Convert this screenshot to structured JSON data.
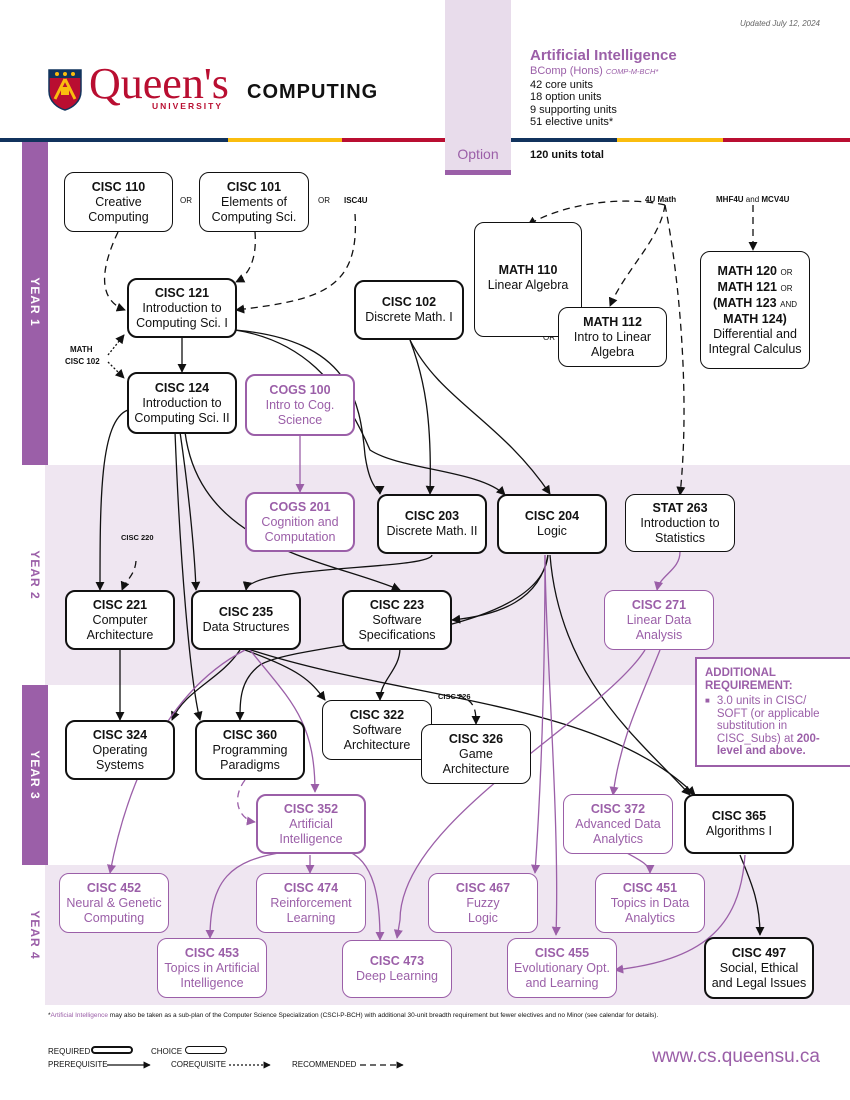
{
  "updated": "Updated July 12, 2024",
  "brand": {
    "name_top": "Queen's",
    "name_bottom": "UNIVERSITY",
    "dept": "COMPUTING"
  },
  "option_tab": "Option",
  "program": {
    "title": "Artificial Intelligence",
    "degree": "BComp (Hons)",
    "plan_code": "COMP-M-BCH*",
    "units": [
      "42 core units",
      "18 option units",
      "9 supporting units",
      "51 elective units*"
    ],
    "total": "120 units total"
  },
  "years": [
    "YEAR 1",
    "YEAR 2",
    "YEAR 3",
    "YEAR 4"
  ],
  "courses": {
    "cisc110": {
      "code": "CISC 110",
      "l1": "Creative",
      "l2": "Computing"
    },
    "cisc101": {
      "code": "CISC 101",
      "l1": "Elements of",
      "l2": "Computing Sci."
    },
    "cisc121": {
      "code": "CISC 121",
      "l1": "Introduction to",
      "l2": "Computing Sci. I"
    },
    "cisc102": {
      "code": "CISC 102",
      "l1": "Discrete Math. I"
    },
    "math110": {
      "code": "MATH 110",
      "l1": "Linear Algebra"
    },
    "math112": {
      "code": "MATH 112",
      "l1": "Intro to Linear",
      "l2": "Algebra"
    },
    "math120": {
      "l1a": "MATH 120",
      "l1b": "OR",
      "l2a": "MATH 121",
      "l2b": "OR",
      "l3": "(MATH 123",
      "l3b": "AND",
      "l4": "MATH 124)",
      "l5": "Differential and",
      "l6": "Integral Calculus"
    },
    "cisc124": {
      "code": "CISC 124",
      "l1": "Introduction to",
      "l2": "Computing Sci. II"
    },
    "cogs100": {
      "code": "COGS 100",
      "l1": "Intro to Cog.",
      "l2": "Science"
    },
    "cogs201": {
      "code": "COGS 201",
      "l1": "Cognition and",
      "l2": "Computation"
    },
    "cisc203": {
      "code": "CISC 203",
      "l1": "Discrete Math. II"
    },
    "cisc204": {
      "code": "CISC 204",
      "l1": "Logic"
    },
    "stat263": {
      "code": "STAT 263",
      "l1": "Introduction to",
      "l2": "Statistics"
    },
    "cisc221": {
      "code": "CISC 221",
      "l1": "Computer",
      "l2": "Architecture"
    },
    "cisc235": {
      "code": "CISC 235",
      "l1": "Data Structures"
    },
    "cisc223": {
      "code": "CISC 223",
      "l1": "Software",
      "l2": "Specifications"
    },
    "cisc271": {
      "code": "CISC 271",
      "l1": "Linear Data",
      "l2": "Analysis"
    },
    "cisc324": {
      "code": "CISC 324",
      "l1": "Operating",
      "l2": "Systems"
    },
    "cisc360": {
      "code": "CISC 360",
      "l1": "Programming",
      "l2": "Paradigms"
    },
    "cisc322": {
      "code": "CISC 322",
      "l1": "Software",
      "l2": "Architecture"
    },
    "cisc326": {
      "code": "CISC 326",
      "l1": "Game",
      "l2": "Architecture"
    },
    "cisc352": {
      "code": "CISC 352",
      "l1": "Artificial",
      "l2": "Intelligence"
    },
    "cisc372": {
      "code": "CISC 372",
      "l1": "Advanced Data",
      "l2": "Analytics"
    },
    "cisc365": {
      "code": "CISC 365",
      "l1": "Algorithms I"
    },
    "cisc452": {
      "code": "CISC 452",
      "l1": "Neural & Genetic",
      "l2": "Computing"
    },
    "cisc474": {
      "code": "CISC 474",
      "l1": "Reinforcement",
      "l2": "Learning"
    },
    "cisc467": {
      "code": "CISC 467",
      "l1": "Fuzzy",
      "l2": "Logic"
    },
    "cisc451": {
      "code": "CISC 451",
      "l1": "Topics in Data",
      "l2": "Analytics"
    },
    "cisc453": {
      "code": "CISC 453",
      "l1": "Topics in Artificial",
      "l2": "Intelligence"
    },
    "cisc473": {
      "code": "CISC 473",
      "l1": "Deep Learning"
    },
    "cisc455": {
      "code": "CISC 455",
      "l1": "Evolutionary Opt.",
      "l2": "and Learning"
    },
    "cisc497": {
      "code": "CISC 497",
      "l1": "Social, Ethical",
      "l2": "and Legal Issues"
    }
  },
  "labels": {
    "or": "OR",
    "isc4u": "ISC4U",
    "u4math": "4U Math",
    "mhf4u": "MHF4U",
    "and": "and",
    "mcv4u": "MCV4U",
    "math_side": "MATH",
    "cisc102_side": "CISC 102",
    "cisc220": "CISC 220",
    "cisc226": "CISC 226"
  },
  "additional": {
    "title1": "ADDITIONAL",
    "title2": "REQUIREMENT:",
    "lines": [
      "3.0 units in CISC/",
      "SOFT (or applicable",
      "substitution in",
      "CISC_Subs) at"
    ],
    "bold1": "200-",
    "bold2": "level and above."
  },
  "footnote": {
    "star": "*",
    "plan": "Artificial Intelligence",
    "text": " may also be taken as a sub-plan of the Computer Science Specialization (CSCI-P-BCH) with additional 30-unit breadth requirement but fewer electives and no Minor (see calendar for details)."
  },
  "legend": {
    "required": "REQUIRED",
    "choice": "CHOICE",
    "prerequisite": "PREREQUISITE",
    "corequisite": "COREQUISITE",
    "recommended": "RECOMMENDED"
  },
  "website": "www.cs.queensu.ca",
  "colors": {
    "purple": "#9b5fa8",
    "red": "#b90e31",
    "navy": "#11335d",
    "gold": "#fabd0f",
    "band": "#efe6f1"
  }
}
